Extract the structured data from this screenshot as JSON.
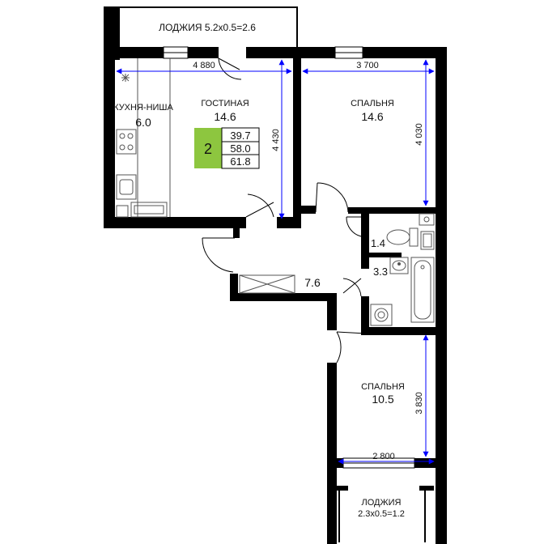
{
  "rooms": {
    "loggia_top": "ЛОДЖИЯ 5.2x0.5=2.6",
    "kitchen_name": "КУХНЯ-НИША",
    "kitchen_area": "6.0",
    "living_name": "ГОСТИНАЯ",
    "living_area": "14.6",
    "bedroom1_name": "СПАЛЬНЯ",
    "bedroom1_area": "14.6",
    "toilet_area": "1.4",
    "bath_area": "3.3",
    "hall_area": "7.6",
    "bedroom2_name": "СПАЛЬНЯ",
    "bedroom2_area": "10.5",
    "loggia_bottom_name": "ЛОДЖИЯ",
    "loggia_bottom_dims": "2.3x0.5=1.2"
  },
  "dimensions": {
    "living_width": "4 880",
    "bedroom1_width": "3 700",
    "living_height": "4 430",
    "bedroom1_height": "4 030",
    "bedroom2_height": "3 830",
    "bedroom2_width": "2 800"
  },
  "badge": {
    "rooms_count": "2",
    "living_area": "39.7",
    "total_area": "58.0",
    "total_with_loggia": "61.8"
  },
  "colors": {
    "wall": "#000000",
    "badge_fill": "#8dc63f",
    "dimension_line": "#0000ff",
    "fixture_line": "#555555"
  }
}
